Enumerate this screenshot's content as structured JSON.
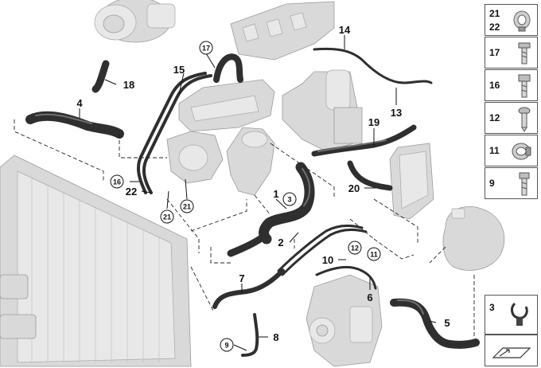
{
  "callouts": {
    "c1": "1",
    "c2": "2",
    "c3": "3",
    "c4": "4",
    "c5": "5",
    "c6": "6",
    "c7": "7",
    "c8": "8",
    "c9": "9",
    "c10": "10",
    "c11": "11",
    "c12": "12",
    "c13": "13",
    "c14": "14",
    "c15": "15",
    "c16": "16",
    "c17": "17",
    "c18": "18",
    "c19": "19",
    "c20": "20",
    "c21a": "21",
    "c21b": "21",
    "c22": "22"
  },
  "legend": {
    "items": [
      {
        "label_top": "21",
        "label_bottom": "22",
        "icon": "hose-clamp-icon"
      },
      {
        "label": "17",
        "icon": "bolt-icon"
      },
      {
        "label": "16",
        "icon": "hex-bolt-icon"
      },
      {
        "label": "12",
        "icon": "screw-icon"
      },
      {
        "label": "11",
        "icon": "clamp-sleeve-icon"
      },
      {
        "label": "9",
        "icon": "socket-screw-icon"
      }
    ],
    "bottom_item": {
      "label": "3",
      "icon": "hose-clip-icon"
    },
    "corner_icon": "arrow-tag-icon"
  },
  "colors": {
    "hose": "#2f2f2f",
    "part": "#d9d9d9",
    "line": "#111111"
  }
}
